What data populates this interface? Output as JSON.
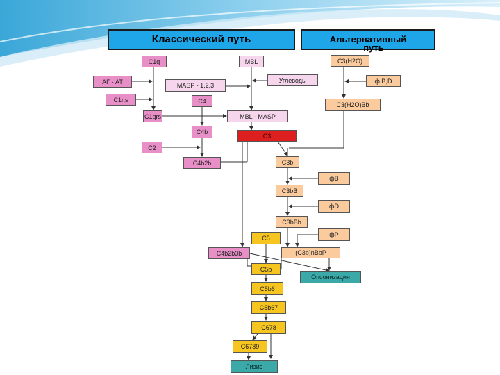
{
  "headers": {
    "classical": "Классический путь",
    "alternative_line1": "Альтернативный",
    "alternative_line2": "путь"
  },
  "nodes": {
    "c1q": "C1q",
    "mbl": "MBL",
    "c3h2o_top": "C3(H2O)",
    "ag_at": "АГ - АТ",
    "masp": "MASP - 1,2,3",
    "carbohydrates": "Углеводы",
    "fbd": "ф.B,D",
    "c1rs": "C1r,s",
    "c4": "C4",
    "c3h2obb": "C3(H2O)Bb",
    "c1qrs": "C1qrs",
    "mbl_masp": "MBL - MASP",
    "c4b": "C4b",
    "c3": "C3",
    "c2": "C2",
    "c4b2b": "C4b2b",
    "c3b": "C3b",
    "fb": "фB",
    "c3bb": "C3bB",
    "fd": "фD",
    "c3bbb": "C3bBb",
    "fp": "фP",
    "c5": "C5",
    "c4b2b3b": "C4b2b3b",
    "c3bnbbp": "(C3b)nBbP",
    "c5b": "C5b",
    "opsonization": "Опсонизация",
    "c5b6": "C5b6",
    "c5b67": "C5b67",
    "c678": "C678",
    "c6789": "C6789",
    "lysis": "Лизис"
  },
  "colors": {
    "header_blue": "#1fa6e8",
    "pink": "#e78fc6",
    "light_pink": "#f6d6ec",
    "peach": "#fbcb9e",
    "red": "#dd1f1f",
    "yellow": "#f7c51f",
    "teal": "#3ba9a8"
  }
}
